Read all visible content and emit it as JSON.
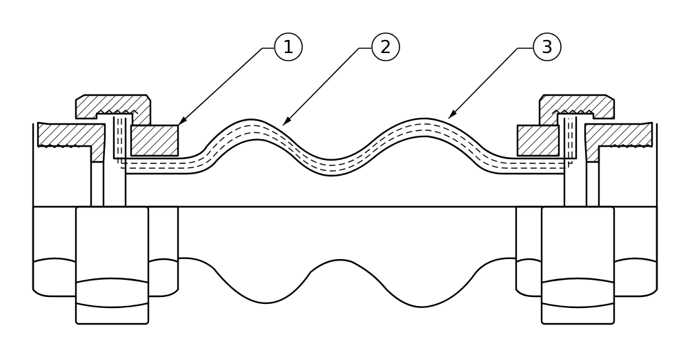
{
  "callouts": [
    {
      "number": "1",
      "target": "flange"
    },
    {
      "number": "2",
      "target": "bellows-body"
    },
    {
      "number": "3",
      "target": "reinforcement-layers"
    }
  ],
  "colors": {
    "stroke": "#000000",
    "background": "#ffffff"
  }
}
